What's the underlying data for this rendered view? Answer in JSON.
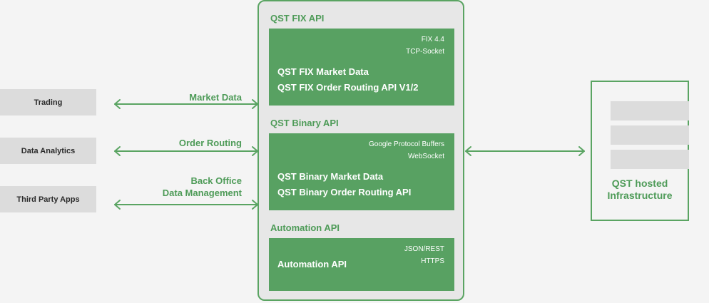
{
  "clients": [
    {
      "label": "Trading"
    },
    {
      "label": "Data Analytics"
    },
    {
      "label": "Third Party Apps"
    }
  ],
  "links": [
    {
      "lines": [
        "Market Data"
      ]
    },
    {
      "lines": [
        "Order Routing"
      ]
    },
    {
      "lines": [
        "Back Office",
        "Data Management"
      ]
    }
  ],
  "apis": [
    {
      "title": "QST FIX API",
      "protocol": [
        "FIX 4.4",
        "TCP-Socket"
      ],
      "services": [
        "QST FIX Market Data",
        "QST FIX Order Routing API V1/2"
      ]
    },
    {
      "title": "QST Binary API",
      "protocol": [
        "Google Protocol Buffers",
        "WebSocket"
      ],
      "services": [
        "QST Binary Market Data",
        "QST Binary Order Routing API"
      ]
    },
    {
      "title": "Automation API",
      "protocol": [
        "JSON/REST",
        "HTTPS"
      ],
      "services": [
        "Automation API"
      ]
    }
  ],
  "infrastructure": {
    "label_lines": [
      "QST hosted",
      "Infrastructure"
    ]
  },
  "colors": {
    "accent": "#4e9b58",
    "block": "#58a162",
    "neutral": "#dcdcdc",
    "background": "#f4f4f4"
  }
}
